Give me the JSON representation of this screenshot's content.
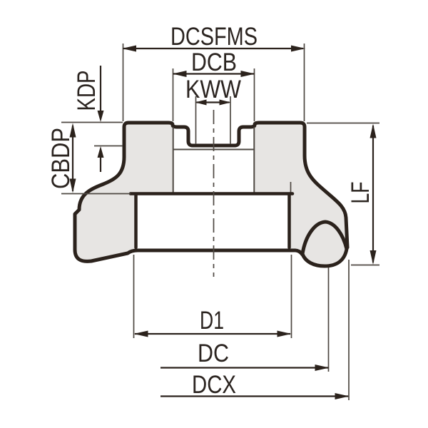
{
  "diagram": {
    "type": "technical-drawing-face-mill-cross-section",
    "colors": {
      "line": "#2b221c",
      "thin_line": "#4e4842",
      "body_fill": "#e7e5e3",
      "background": "#ffffff",
      "text": "#2b2420"
    },
    "labels": {
      "dcsfms": "DCSFMS",
      "dcb": "DCB",
      "kww": "KWW",
      "kdp": "KDP",
      "cbdp": "CBDP",
      "lf": "LF",
      "d1": "D1",
      "dc": "DC",
      "dcx": "DCX"
    }
  }
}
